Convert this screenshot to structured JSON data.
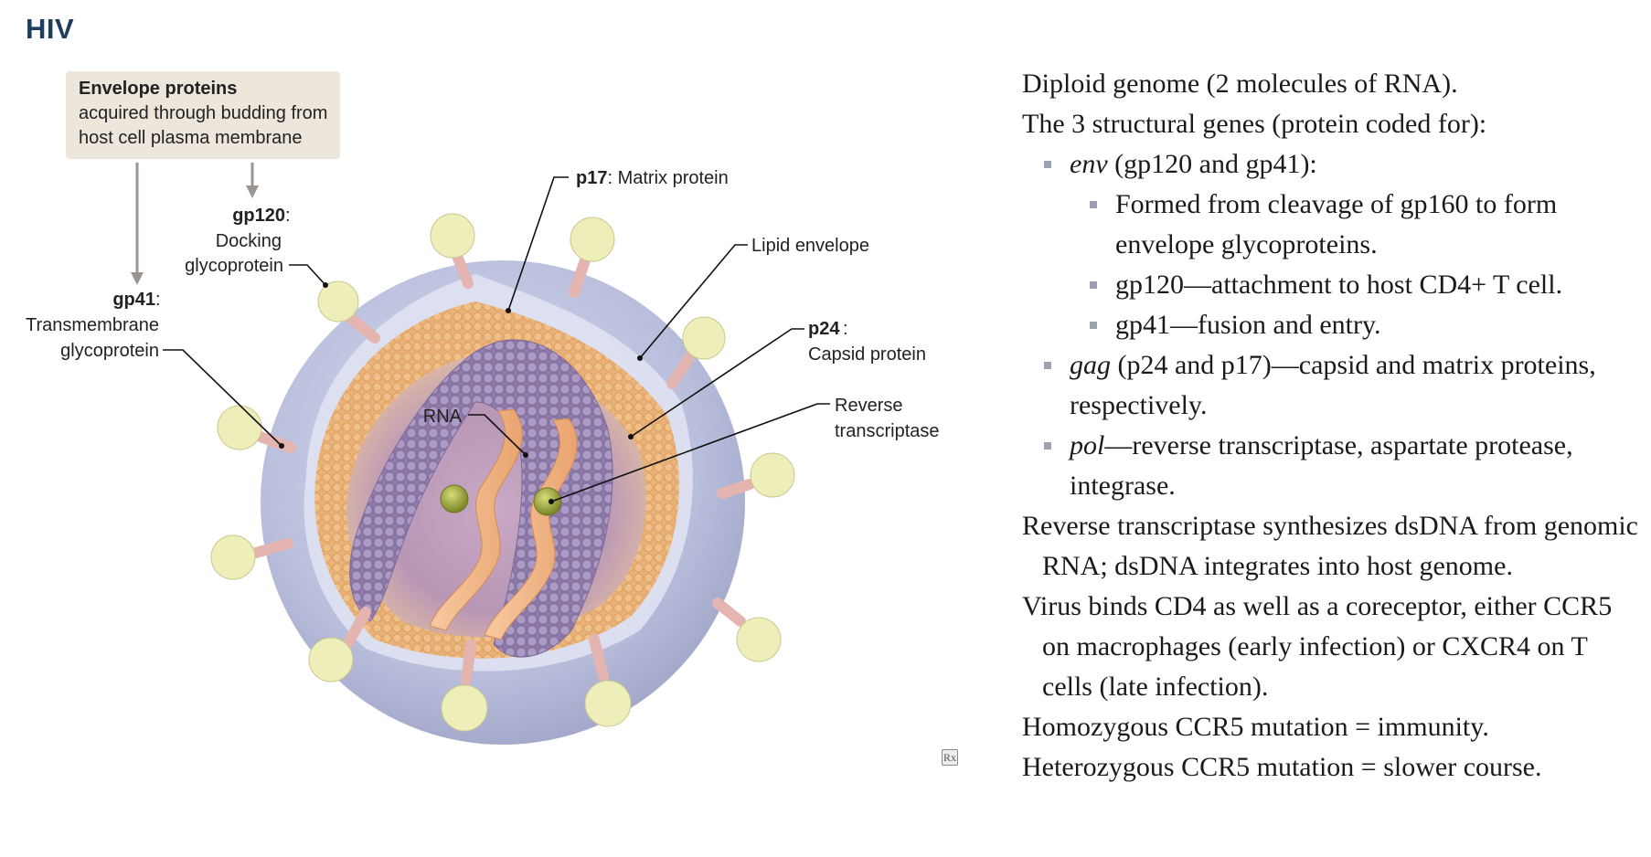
{
  "title": "HIV",
  "callout": {
    "title": "Envelope proteins",
    "line1": "acquired through budding from",
    "line2": "host cell plasma membrane"
  },
  "labels": {
    "gp120_name": "gp120",
    "gp120_line1": "Docking",
    "gp120_line2": "glycoprotein",
    "gp41_name": "gp41",
    "gp41_line1": "Transmembrane",
    "gp41_line2": "glycoprotein",
    "p17_name": "p17",
    "p17_desc": ": Matrix protein",
    "lipid": "Lipid envelope",
    "p24_name": "p24",
    "p24_desc": "Capsid protein",
    "rt_line1": "Reverse",
    "rt_line2": "transcriptase",
    "rna": "RNA"
  },
  "rx_mark": "Rx",
  "notes": {
    "l1": "Diploid genome (2 molecules of RNA).",
    "l2": "The 3 structural genes (protein coded for):",
    "env_gene": "env",
    "env_rest": " (gp120 and gp41):",
    "env_a": "Formed from cleavage of gp160 to form envelope glycoproteins.",
    "env_b": "gp120—attachment to host CD4+ T cell.",
    "env_c": "gp41—fusion and entry.",
    "gag_gene": "gag",
    "gag_rest": " (p24 and p17)—capsid and matrix proteins, respectively.",
    "pol_gene": "pol",
    "pol_rest": "—reverse transcriptase, aspartate protease, integrase.",
    "l3": "Reverse transcriptase synthesizes dsDNA from genomic RNA; dsDNA integrates into host genome.",
    "l4": "Virus binds CD4 as well as a coreceptor, either CCR5 on macrophages (early infection) or CXCR4 on T cells (late infection).",
    "l5": "Homozygous CCR5 mutation = immunity.",
    "l6": "Heterozygous CCR5 mutation = slower course."
  }
}
